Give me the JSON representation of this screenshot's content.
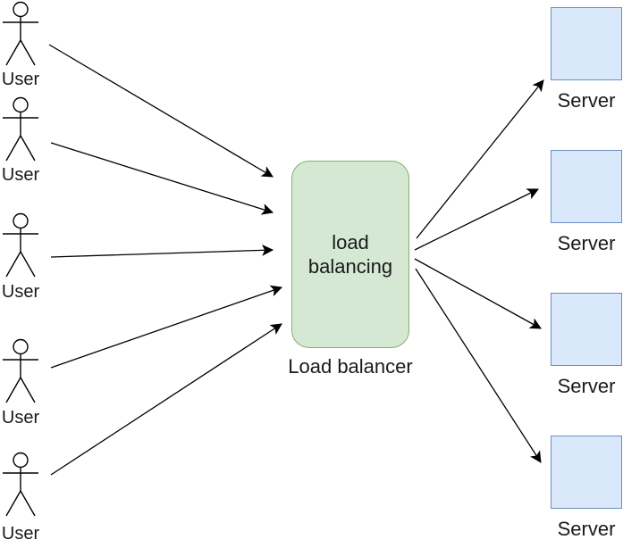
{
  "users": [
    {
      "label": "User"
    },
    {
      "label": "User"
    },
    {
      "label": "User"
    },
    {
      "label": "User"
    },
    {
      "label": "User"
    }
  ],
  "load_balancer": {
    "box_text_line1": "load",
    "box_text_line2": "balancing",
    "caption": "Load balancer"
  },
  "servers": [
    {
      "label": "Server"
    },
    {
      "label": "Server"
    },
    {
      "label": "Server"
    },
    {
      "label": "Server"
    }
  ],
  "colors": {
    "lb-fill": "#d5e8d4",
    "lb-border": "#82b366",
    "server-fill": "#dae8fc",
    "server-border": "#6c8ebf",
    "line": "#000000",
    "bg": "#ffffff",
    "text": "#1a1a1a"
  }
}
